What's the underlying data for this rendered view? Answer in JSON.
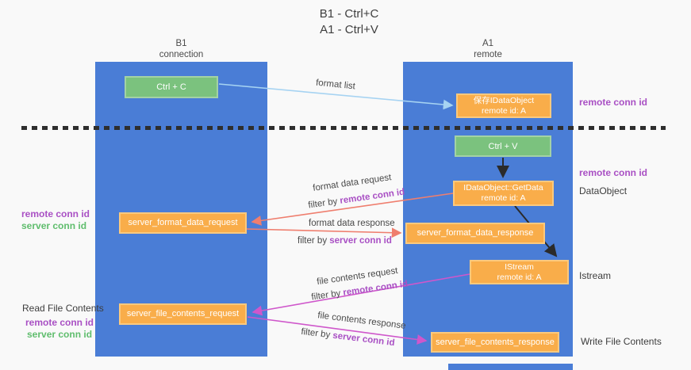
{
  "title": {
    "line1": "B1 - Ctrl+C",
    "line2": "A1 - Ctrl+V"
  },
  "lanes": {
    "left": {
      "name": "B1",
      "role": "connection"
    },
    "right": {
      "name": "A1",
      "role": "remote"
    }
  },
  "boxes": {
    "ctrl_c": {
      "label": "Ctrl + C"
    },
    "ctrl_v": {
      "label": "Ctrl + V"
    },
    "save_dataobject": {
      "line1": "保存IDataObject",
      "line2": "remote id: A"
    },
    "getdata": {
      "line1": "IDataObject::GetData",
      "line2": "remote id: A"
    },
    "istream": {
      "line1": "IStream",
      "line2": "remote id: A"
    },
    "server_format_data_request": {
      "label": "server_format_data_request"
    },
    "server_format_data_response": {
      "label": "server_format_data_response"
    },
    "server_file_contents_request": {
      "label": "server_file_contents_request"
    },
    "server_file_contents_response": {
      "label": "server_file_contents_response"
    }
  },
  "right_labels": {
    "remote_conn_id_top": "remote conn id",
    "remote_conn_id_mid": "remote conn id",
    "dataobject": "DataObject",
    "istream": "Istream",
    "write_file_contents": "Write File Contents"
  },
  "left_labels": {
    "remote_conn_id_1": "remote conn id",
    "server_conn_id_1": "server conn id",
    "read_file_contents": "Read File Contents",
    "remote_conn_id_2": "remote conn id",
    "server_conn_id_2": "server conn id"
  },
  "messages": {
    "format_list": "format list",
    "format_data_request": {
      "text": "format data request",
      "filter_prefix": "filter by ",
      "filter_id": "remote conn id"
    },
    "format_data_response": {
      "text": "format data response",
      "filter_prefix": "filter by ",
      "filter_id": "server conn id"
    },
    "file_contents_request": {
      "text": "file contents request",
      "filter_prefix": "filter by ",
      "filter_id": "remote conn id"
    },
    "file_contents_response": {
      "text": "file contents response",
      "filter_prefix": "filter by ",
      "filter_id": "server conn id"
    }
  },
  "colors": {
    "lane_blue": "#4a7dd6",
    "box_orange": "#f9ad4a",
    "box_green": "#7bc27e",
    "arrow_light_blue": "#a6d3f2",
    "arrow_salmon": "#ef7e6e",
    "arrow_magenta": "#cf57cb",
    "arrow_black": "#2b2b2b",
    "label_purple": "#a950c4",
    "label_green": "#5fbd6d",
    "background": "#f9f9f9"
  }
}
